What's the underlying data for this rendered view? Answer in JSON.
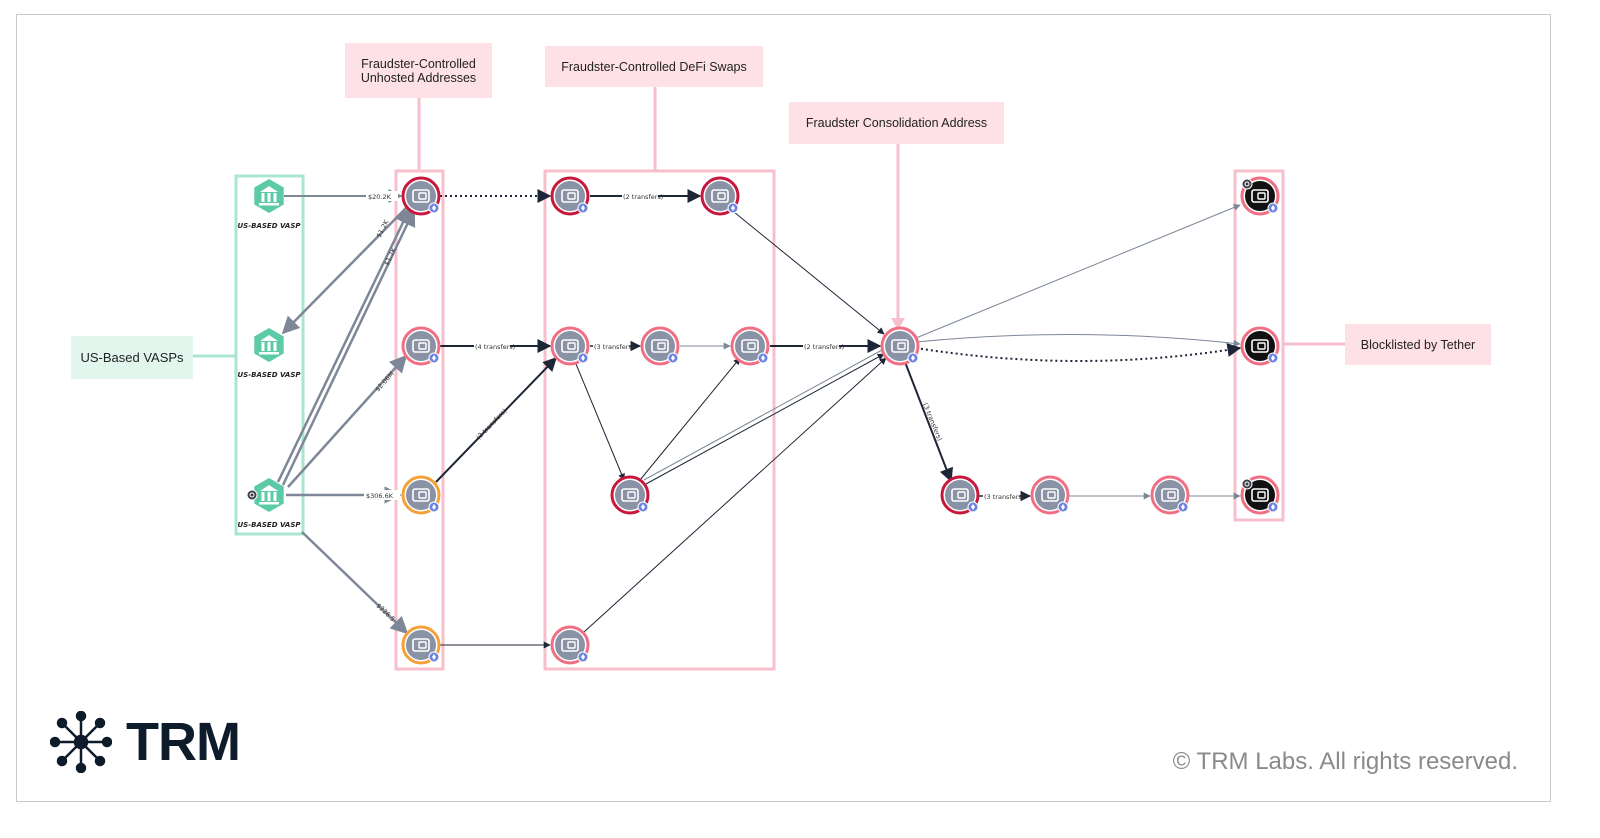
{
  "callouts": {
    "unhosted": "Fraudster-Controlled\nUnhosted Addresses",
    "defi": "Fraudster-Controlled DeFi Swaps",
    "consolidation": "Fraudster Consolidation Address",
    "vasps": "US-Based VASPs",
    "tether": "Blocklisted by Tether"
  },
  "vasp_label": "US-BASED VASP",
  "edge_labels": {
    "e1": "$20.2K",
    "e2": "$1.2K",
    "e3": "$1.7K",
    "e4": "$2.06M",
    "e5": "$306.6K",
    "e6": "$226.5",
    "e7": "(2 transfers)",
    "e8": "(4 transfers)",
    "e9": "(3 transfers)",
    "e10": "(2 transfers)",
    "e11": "(2 transfers)",
    "e12": "(3 transfers)",
    "e13": "(3 transfers)"
  },
  "brand": {
    "name": "TRM",
    "copyright": "© TRM Labs. All rights reserved."
  },
  "colors": {
    "pink_box": "#f7bfcc",
    "green_box": "#a8e6cf",
    "vasp_green": "#5cc9a7",
    "wallet_gray": "#8a93a6",
    "ring_red": "#c8173c",
    "ring_pink": "#f06f85",
    "ring_orange": "#f5a13a",
    "edge_dark": "#1d2636",
    "edge_gray": "#7d8797"
  }
}
